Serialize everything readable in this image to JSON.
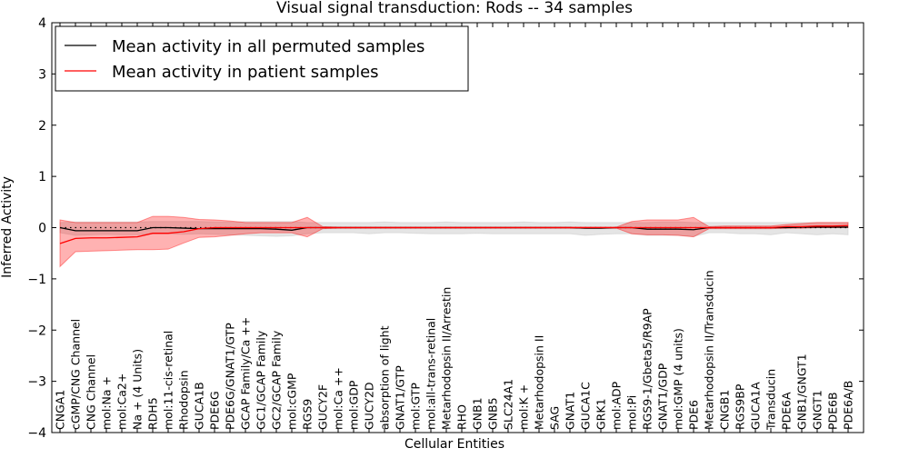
{
  "chart_data": {
    "type": "line",
    "title": "Visual signal transduction: Rods -- 34 samples",
    "xlabel": "Cellular Entities",
    "ylabel": "Inferred Activity",
    "ylim": [
      -4,
      4
    ],
    "yticks": [
      "-4",
      "-3",
      "-2",
      "-1",
      "0",
      "1",
      "2",
      "3",
      "4"
    ],
    "grid": false,
    "legend_placement": "top-left",
    "categories": [
      "CNGA1",
      "cGMP/CNG Channel",
      "CNG Channel",
      "mol:Na +",
      "mol:Ca2+",
      "Na + (4 Units)",
      "RDH5",
      "mol:11-cis-retinal",
      "Rhodopsin",
      "GUCA1B",
      "PDE6G",
      "PDE6G/GNAT1/GTP",
      "GCAP Family/Ca ++",
      "GC1/GCAP Family",
      "GC2/GCAP Family",
      "mol:cGMP",
      "RGS9",
      "GUCY2F",
      "mol:Ca ++",
      "mol:GDP",
      "GUCY2D",
      "absorption of light",
      "GNAT1/GTP",
      "mol:GTP",
      "mol:all-trans-retinal",
      "Metarhodopsin II/Arrestin",
      "RHO",
      "GNB1",
      "GNB5",
      "SLC24A1",
      "mol:K +",
      "Metarhodopsin II",
      "SAG",
      "GNAT1",
      "GUCA1C",
      "GRK1",
      "mol:ADP",
      "mol:Pi",
      "RGS9-1/Gbeta5/R9AP",
      "GNAT1/GDP",
      "mol:GMP (4 units)",
      "PDE6",
      "Metarhodopsin II/Transducin",
      "CNGB1",
      "RGS9BP",
      "GUCA1A",
      "Transducin",
      "PDE6A",
      "GNB1/GNGT1",
      "GNGT1",
      "PDE6B",
      "PDE6A/B"
    ],
    "series": [
      {
        "name": "Mean activity in all permuted samples",
        "color": "#000000",
        "values": [
          0,
          -0.06,
          -0.06,
          -0.06,
          -0.06,
          -0.06,
          0,
          0,
          -0.01,
          -0.02,
          -0.02,
          -0.02,
          -0.02,
          -0.02,
          -0.03,
          -0.05,
          0,
          0,
          0,
          0,
          0,
          0,
          0,
          0,
          0,
          0,
          0,
          0,
          0,
          0,
          0,
          0,
          0,
          0,
          -0.01,
          -0.01,
          0,
          0,
          -0.03,
          -0.03,
          -0.03,
          -0.04,
          0,
          0,
          0,
          0,
          0,
          0,
          0.01,
          0.01,
          0.01,
          0.01
        ],
        "band_lower": [
          -0.1,
          -0.15,
          -0.14,
          -0.13,
          -0.14,
          -0.14,
          -0.12,
          -0.12,
          -0.13,
          -0.12,
          -0.13,
          -0.14,
          -0.15,
          -0.16,
          -0.17,
          -0.16,
          -0.12,
          -0.1,
          -0.1,
          -0.1,
          -0.12,
          -0.1,
          -0.1,
          -0.11,
          -0.12,
          -0.12,
          -0.12,
          -0.11,
          -0.12,
          -0.12,
          -0.12,
          -0.12,
          -0.12,
          -0.12,
          -0.15,
          -0.13,
          -0.12,
          -0.12,
          -0.15,
          -0.15,
          -0.15,
          -0.17,
          -0.1,
          -0.1,
          -0.12,
          -0.12,
          -0.14,
          -0.1,
          -0.12,
          -0.14,
          -0.12,
          -0.14
        ],
        "band_upper": [
          0.1,
          0.11,
          0.11,
          0.11,
          0.11,
          0.11,
          0.12,
          0.12,
          0.12,
          0.12,
          0.11,
          0.11,
          0.12,
          0.12,
          0.12,
          0.12,
          0.1,
          0.1,
          0.1,
          0.1,
          0.1,
          0.11,
          0.1,
          0.1,
          0.1,
          0.11,
          0.1,
          0.1,
          0.1,
          0.1,
          0.11,
          0.1,
          0.1,
          0.11,
          0.1,
          0.1,
          0.1,
          0.1,
          0.1,
          0.11,
          0.11,
          0.1,
          0.1,
          0.1,
          0.1,
          0.1,
          0.1,
          0.1,
          0.1,
          0.1,
          0.1,
          0.1
        ]
      },
      {
        "name": "Mean activity in patient samples",
        "color": "#ff0000",
        "values": [
          -0.31,
          -0.21,
          -0.2,
          -0.2,
          -0.19,
          -0.18,
          -0.11,
          -0.11,
          -0.08,
          -0.02,
          0,
          0,
          0,
          0,
          0,
          0,
          0,
          0,
          0,
          0,
          0,
          0,
          0,
          0,
          0,
          0,
          0,
          0,
          0,
          0,
          0,
          0,
          0,
          0,
          0,
          0,
          0,
          0,
          0,
          0,
          0,
          0,
          0,
          0,
          0,
          0,
          0,
          0.02,
          0.02,
          0.03,
          0.03,
          0.04
        ],
        "band_lower": [
          -0.76,
          -0.47,
          -0.46,
          -0.45,
          -0.44,
          -0.43,
          -0.43,
          -0.42,
          -0.3,
          -0.19,
          -0.18,
          -0.15,
          -0.12,
          -0.1,
          -0.1,
          -0.1,
          -0.18,
          -0.02,
          -0.01,
          -0.01,
          -0.01,
          -0.01,
          -0.01,
          -0.01,
          -0.01,
          -0.01,
          -0.01,
          -0.01,
          -0.01,
          -0.01,
          -0.01,
          -0.01,
          -0.01,
          -0.01,
          -0.01,
          -0.01,
          -0.01,
          -0.12,
          -0.14,
          -0.14,
          -0.15,
          -0.18,
          -0.02,
          -0.02,
          -0.02,
          -0.02,
          -0.02,
          -0.01,
          -0.01,
          0,
          0,
          0
        ],
        "band_upper": [
          0.15,
          0.1,
          0.1,
          0.1,
          0.1,
          0.1,
          0.22,
          0.22,
          0.2,
          0.16,
          0.15,
          0.13,
          0.1,
          0.1,
          0.1,
          0.1,
          0.2,
          0.02,
          0.01,
          0.01,
          0.01,
          0.01,
          0.01,
          0.01,
          0.01,
          0.01,
          0.01,
          0.01,
          0.01,
          0.01,
          0.01,
          0.01,
          0.01,
          0.01,
          0.01,
          0.01,
          0.01,
          0.12,
          0.15,
          0.15,
          0.15,
          0.2,
          0.02,
          0.03,
          0.03,
          0.03,
          0.03,
          0.06,
          0.08,
          0.1,
          0.1,
          0.1
        ]
      }
    ]
  }
}
